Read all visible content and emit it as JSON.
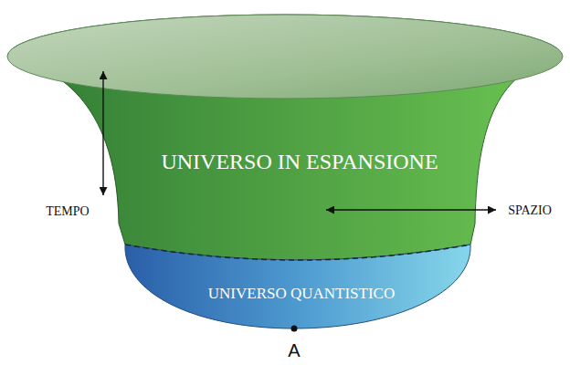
{
  "diagram": {
    "nodes": [
      {
        "text": [
          "UNIVERSO IN ESPANSIONE"
        ]
      },
      {
        "text": [
          "UNIVERSO QUANTISTICO"
        ]
      }
    ],
    "labels": [
      "TEMPO",
      "SPAZIO",
      "A"
    ]
  }
}
